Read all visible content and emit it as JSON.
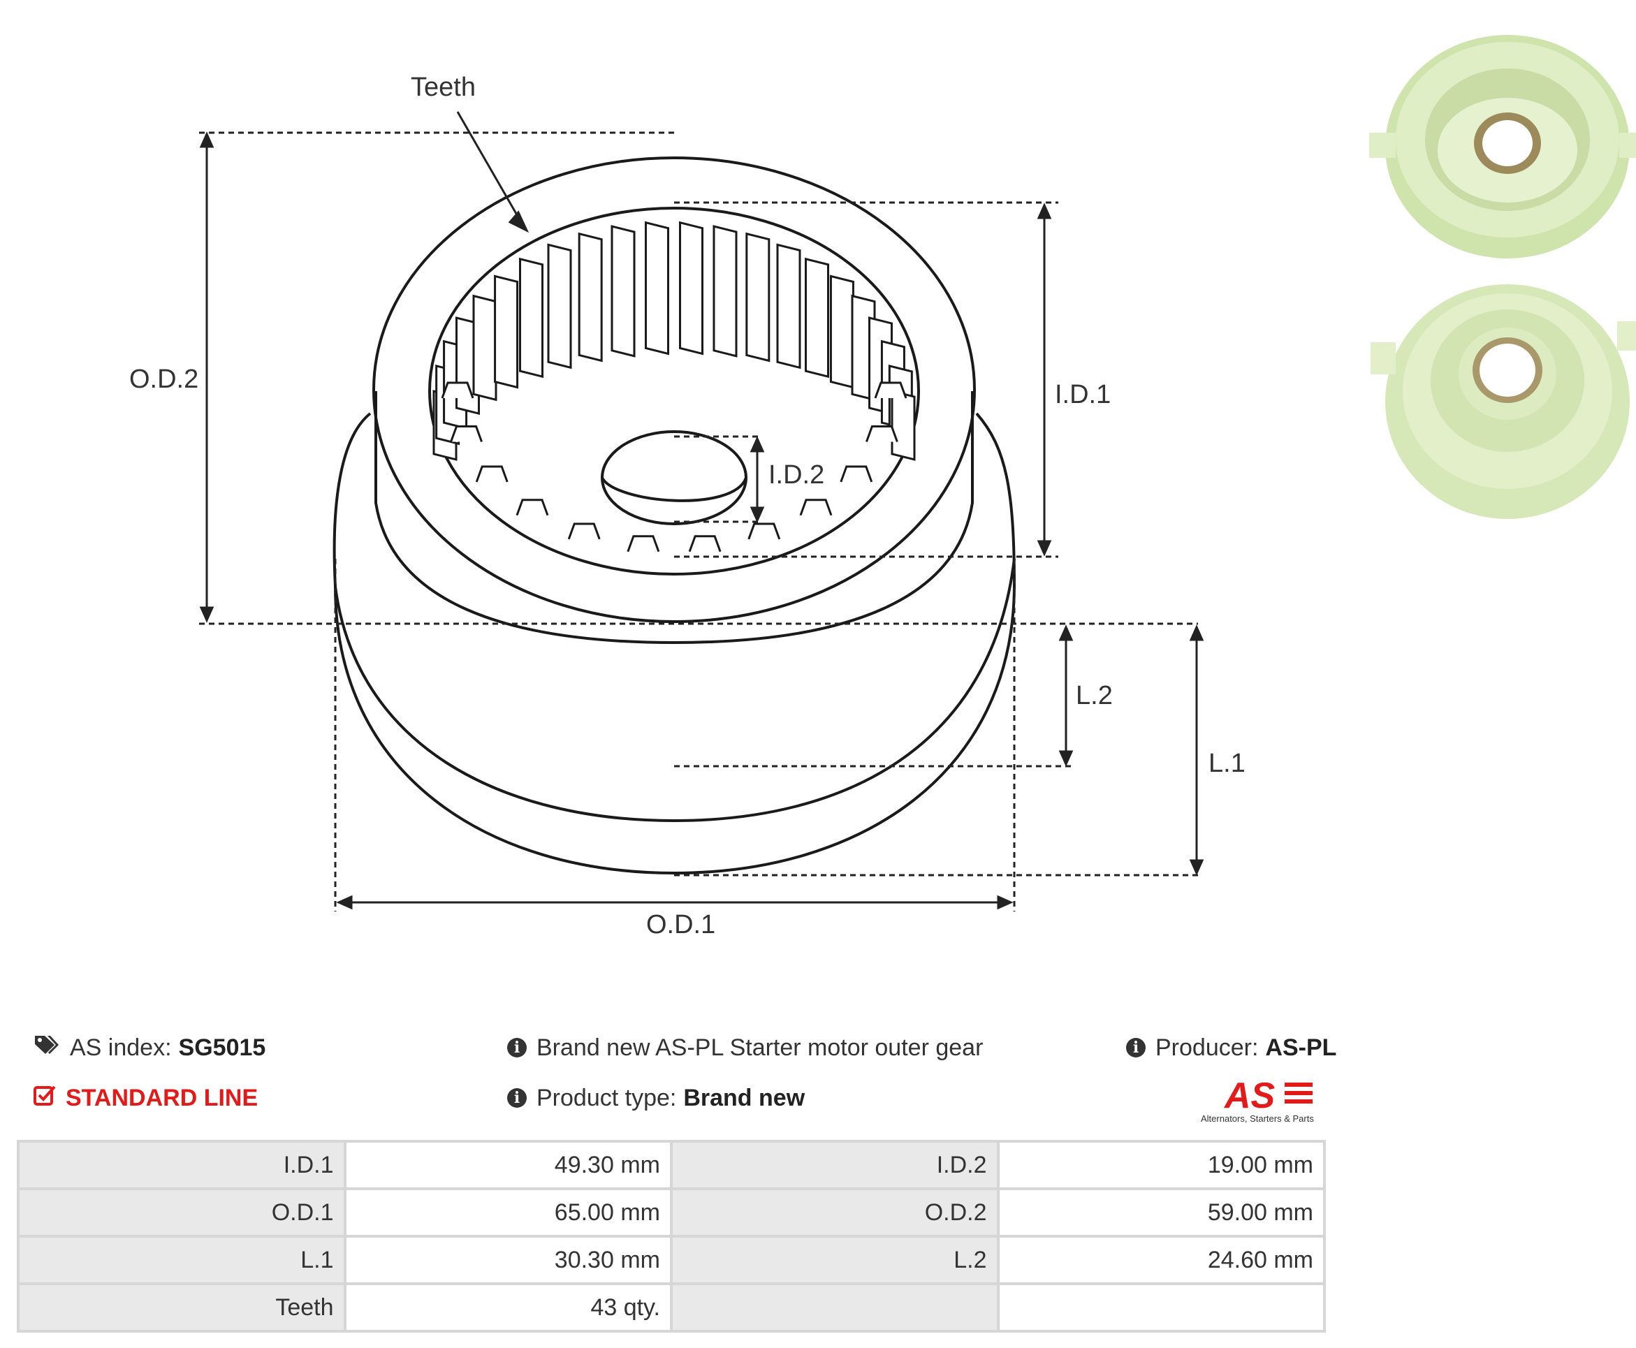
{
  "diagram": {
    "teeth_label": "Teeth",
    "od2_label": "O.D.2",
    "id1_label": "I.D.1",
    "id2_label": "I.D.2",
    "l2_label": "L.2",
    "l1_label": "L.1",
    "od1_label": "O.D.1"
  },
  "info": {
    "as_index_label": "AS index:",
    "as_index_value": "SG5015",
    "line": "STANDARD LINE",
    "description": "Brand new AS-PL Starter motor outer gear",
    "product_type_label": "Product type:",
    "product_type_value": "Brand new",
    "producer_label": "Producer:",
    "producer_value": "AS-PL"
  },
  "logo": {
    "text": "AS",
    "tagline": "Alternators, Starters & Parts",
    "color": "#e21a1a"
  },
  "specs": [
    {
      "l1": "I.D.1",
      "v1": "49.30 mm",
      "l2": "I.D.2",
      "v2": "19.00 mm"
    },
    {
      "l1": "O.D.1",
      "v1": "65.00 mm",
      "l2": "O.D.2",
      "v2": "59.00 mm"
    },
    {
      "l1": "L.1",
      "v1": "30.30 mm",
      "l2": "L.2",
      "v2": "24.60 mm"
    },
    {
      "l1": "Teeth",
      "v1": "43 qty.",
      "l2": "",
      "v2": ""
    }
  ],
  "colors": {
    "accent": "#e21a1a",
    "part": "#dfeec4"
  }
}
